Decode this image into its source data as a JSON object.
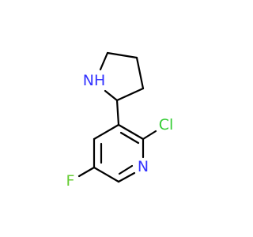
{
  "molecule": {
    "atoms": {
      "nh": {
        "text": "NH",
        "color": "#3333ff"
      },
      "cl": {
        "text": "Cl",
        "color": "#33cc33"
      },
      "n": {
        "text": "N",
        "color": "#3333ff"
      },
      "f": {
        "text": "F",
        "color": "#66cc33"
      }
    },
    "bond_color": "#000000",
    "background": "#ffffff"
  }
}
